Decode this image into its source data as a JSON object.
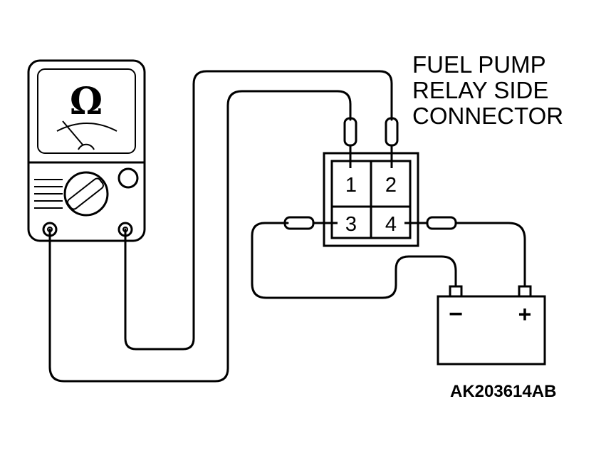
{
  "diagram": {
    "title_lines": [
      "FUEL PUMP",
      "RELAY SIDE",
      "CONNECTOR"
    ],
    "reference_code": "AK203614AB",
    "meter": {
      "symbol": "Ω",
      "icon": "ohmmeter-icon"
    },
    "connector": {
      "pins": [
        "1",
        "2",
        "3",
        "4"
      ]
    },
    "battery": {
      "negative_label": "−",
      "positive_label": "+",
      "icon": "battery-icon"
    }
  }
}
